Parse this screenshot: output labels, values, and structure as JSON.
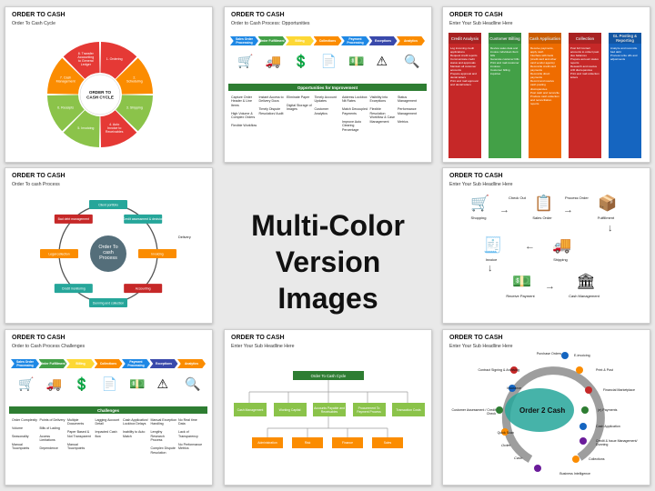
{
  "headline": {
    "line1": "Multi-Color",
    "line2": "Version Images"
  },
  "cycle": {
    "title": "ORDER TO CASH",
    "subtitle": "Order To Cash Cycle",
    "center": "ORDER TO\nCASH CYCLE",
    "segments": [
      "1. Ordering",
      "2. Scheduling",
      "3. Shipping",
      "4. Auto Invoice to Receivables",
      "5. Invoicing",
      "6. Receipts",
      "7. Cash Management",
      "8. Transfer Accounting to General Ledger"
    ],
    "colors": [
      "#e53935",
      "#fb8c00",
      "#8bc34a",
      "#e53935",
      "#8bc34a",
      "#8bc34a",
      "#fb8c00",
      "#e53935"
    ]
  },
  "opps": {
    "title": "ORDER TO CASH",
    "subtitle": "Order to Cash Process: Opportunities",
    "stages": [
      "Sales Order Processing",
      "Order Fulfillment",
      "Billing",
      "Collections",
      "Payment Processing",
      "Exceptions",
      "Analytics"
    ],
    "stage_colors": [
      "#1e88e5",
      "#43a047",
      "#fdd835",
      "#fb8c00",
      "#1e88e5",
      "#3949ab",
      "#fb8c00"
    ],
    "band": "Opportunities for Improvement",
    "columns": [
      "Capture Order Header & Line Items\n\nHigh Volume & Complex Orders\n\nFlexible Workflow",
      "Instant Access to Delivery Docs\n\nTimely Dispute Resolution/ Audit",
      "Eliminate Paper\n\nDigital Storage of Images",
      "Timely Account Updates\n\nCustomer Analytics",
      "Address Lockbox Nit Rates\n\nMatch Decoupled Payments\n\nImprove Auto Clearing Percentage",
      "Visibility into Exceptions\n\nFlexible Resolution Workflow & Case Management",
      "Status Management\n\nPerformance Management\n\nMetrics"
    ]
  },
  "cols": {
    "title": "ORDER TO CASH",
    "subtitle": "Enter Your Sub Headline Here",
    "items": [
      {
        "head": "Credit Analysis",
        "color": "#c62828",
        "body": "Log incoming credit applications\nRequest credit reports\nCommunicate credit status and approvals\nMaintain all customer accounts\nPrepare approval and denial letters\nPrint and mail approval and denial letters"
      },
      {
        "head": "Customer Billing",
        "color": "#43a047",
        "body": "Review sales data and invoice individual client bills\nGenerate customer bills\nPrint and mail customer invoices\nCustomer billing inquiries"
      },
      {
        "head": "Cash Application",
        "color": "#ef6c00",
        "body": "Receive payments, apply cash\nInterface with bank (credit card and other card vendor agents)\nReconcile credit card payments\nReconcile direct payments\nRecord and resolve cash posting discrepancies\nPost cash and reconcile\nProduce cash collection and reconciliation reports"
      },
      {
        "head": "Collection",
        "color": "#c62828",
        "body": "Post full Contact accounts to collect past due balances\nPrepare account status reports\nResearch and resolve A/R discrepancies\nPrint and mail collection letters"
      },
      {
        "head": "GL Posting & Reporting",
        "color": "#1565c0",
        "body": "Analyze and reconcile bad debt\nProcess write offs and adjustments"
      }
    ]
  },
  "process": {
    "title": "ORDER TO CASH",
    "subtitle": "Order To cash Process",
    "center": "Order To cash Process",
    "nodes": [
      "Client portfolio",
      "Credit assessment & decision",
      "Invoicing",
      "Accounting",
      "Dunning and collection",
      "Credit monitoring",
      "Legal collection",
      "Bad debt management"
    ],
    "delivery": "Delivery",
    "colors": [
      "#26a69a",
      "#26a69a",
      "#fb8c00",
      "#c62828",
      "#26a69a",
      "#26a69a",
      "#fb8c00",
      "#c62828"
    ]
  },
  "icons": {
    "title": "ORDER TO CASH",
    "subtitle": "Enter Your Sub Headline Here",
    "steps": [
      {
        "label": "Shopping",
        "glyph": "🛒"
      },
      {
        "label": "Sales Order",
        "glyph": "📋"
      },
      {
        "label": "Fulfillment",
        "glyph": "📦"
      },
      {
        "label": "Shipping",
        "glyph": "🚚"
      },
      {
        "label": "Invoice",
        "glyph": "🧾"
      },
      {
        "label": "Receive Payment",
        "glyph": "💵"
      },
      {
        "label": "Cash Management",
        "glyph": "🏛"
      }
    ],
    "arrows": [
      "Check Out",
      "Process Order"
    ]
  },
  "challenges": {
    "title": "ORDER TO CASH",
    "subtitle": "Order to Cash Process Challenges",
    "stages": [
      "Sales Order Processing",
      "Order Fulfillment",
      "Billing",
      "Collections",
      "Payment Processing",
      "Exceptions",
      "Analytics"
    ],
    "band": "Challenges",
    "columns": [
      "Order Complexity\n\nVolume\n\nSeasonality\n\nManual Touchpoints",
      "Points of Delivery\n\nBills of Lading\n\nAccess Limitations\n\nDependence",
      "Multiple Documents\n\nPaper Based & Not Transparent\n\nManual Touchpoints",
      "Lagging Account Detail\n\nImpacted Cash flow",
      "Cash Application/ Lockbox Delays\n\nInability to Auto Match",
      "Manual Exception Handling\n\nLengthy Research Process\n\nComplex Dispute Resolution",
      "No Real time Data\n\nLack of Transparency\n\nNo Performance Metrics"
    ]
  },
  "tree": {
    "title": "ORDER TO CASH",
    "subtitle": "Enter Your Sub Headline Here",
    "root": "Order To Cash Cycle",
    "level1": [
      "Cash Management",
      "Working Capital",
      "Accounts Payable and Receivables",
      "Procurement To Payment Process",
      "Transaction Costs"
    ],
    "level2": [
      "Administration",
      "Risk",
      "Finance",
      "Sales"
    ]
  },
  "o2c": {
    "title": "ORDER TO CASH",
    "subtitle": "Enter Your Sub Headline Here",
    "center": "Order 2 Cash",
    "order": "Order",
    "cash": "Cash",
    "left": [
      "Purchase Orders",
      "Contract Signing & Archiving",
      "Insurance",
      "Customer Assessment / Credit Check",
      "Quick Scan",
      "Business Intelligence"
    ],
    "right": [
      "E-invoicing",
      "Print & Post",
      "Financial Marketplace",
      "(e) Payments",
      "Cash Application",
      "Credit & Issue Management/ Dunning",
      "Collections"
    ]
  }
}
